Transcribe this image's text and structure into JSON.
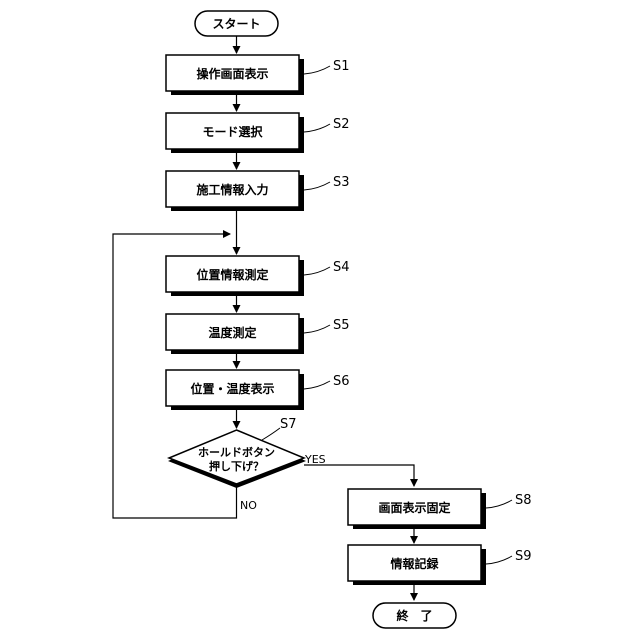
{
  "nodes": {
    "start": "スタート",
    "s1": "操作画面表示",
    "s2": "モード選択",
    "s3": "施工情報入力",
    "s4": "位置情報測定",
    "s5": "温度測定",
    "s6": "位置・温度表示",
    "s7_line1": "ホールドボタン",
    "s7_line2": "押し下げ？",
    "s8": "画面表示固定",
    "s9": "情報記録",
    "end": "終　了"
  },
  "steps": {
    "s1": "S1",
    "s2": "S2",
    "s3": "S3",
    "s4": "S4",
    "s5": "S5",
    "s6": "S6",
    "s7": "S7",
    "s8": "S8",
    "s9": "S9"
  },
  "edges": {
    "yes": "YES",
    "no": "NO"
  }
}
